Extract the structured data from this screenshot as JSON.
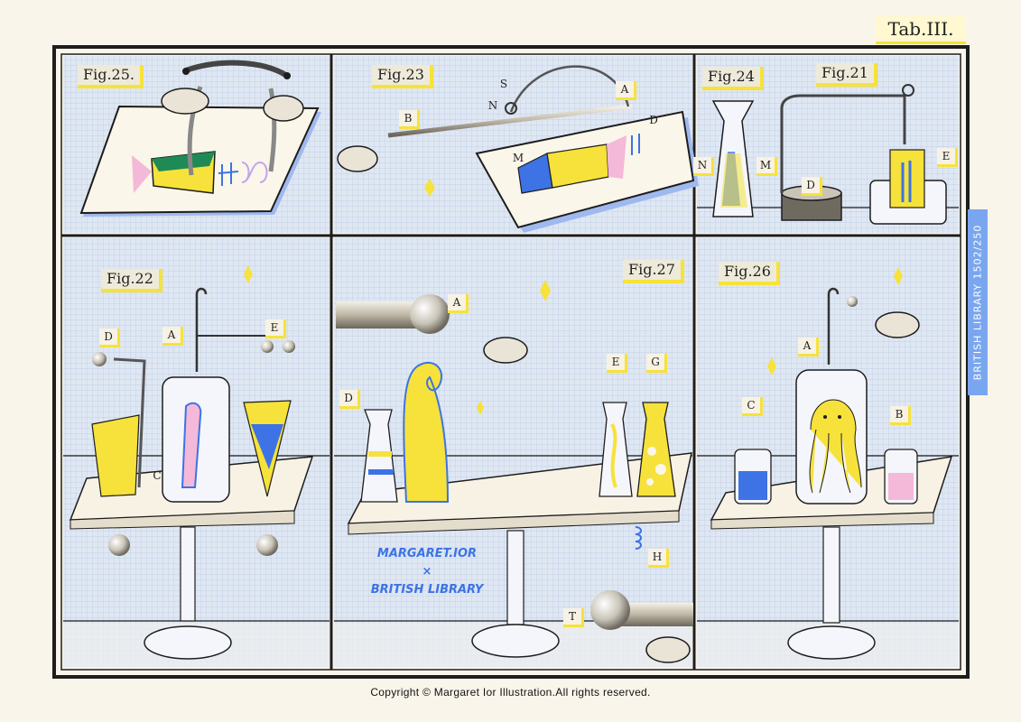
{
  "plate_title": "Tab.III.",
  "side_badge": "BRITISH LIBRARY 1502/250",
  "signature": {
    "line1": "MARGARET.IOR",
    "line2": "×",
    "line3": "BRITISH LIBRARY"
  },
  "copyright": "Copyright © Margaret Ior Illustration.All rights reserved.",
  "figures": {
    "fig25": "Fig.25.",
    "fig23": "Fig.23",
    "fig24": "Fig.24",
    "fig21": "Fig.21",
    "fig22": "Fig.22",
    "fig27": "Fig.27",
    "fig26": "Fig.26"
  },
  "letters": {
    "f23_S": "S",
    "f23_N": "N",
    "f23_A": "A",
    "f23_B": "B",
    "f23_M": "M",
    "f23_D": "D",
    "f24_N": "N",
    "f24_M": "M",
    "f21_D": "D",
    "f21_E": "E",
    "f22_D": "D",
    "f22_A": "A",
    "f22_E": "E",
    "f22_C": "C",
    "f27_A": "A",
    "f27_D": "D",
    "f27_E": "E",
    "f27_G": "G",
    "f27_H": "H",
    "f27_T": "T",
    "f26_A": "A",
    "f26_C": "C",
    "f26_B": "B"
  },
  "colors": {
    "paper": "#faf5ea",
    "panel": "#dfe7f2",
    "grid": "#b9cbe6",
    "ink": "#1d1d1d",
    "yellow": "#f6e23a",
    "blue": "#3d73e4",
    "pink": "#f4b8d8",
    "badge": "#7aa6ef"
  }
}
